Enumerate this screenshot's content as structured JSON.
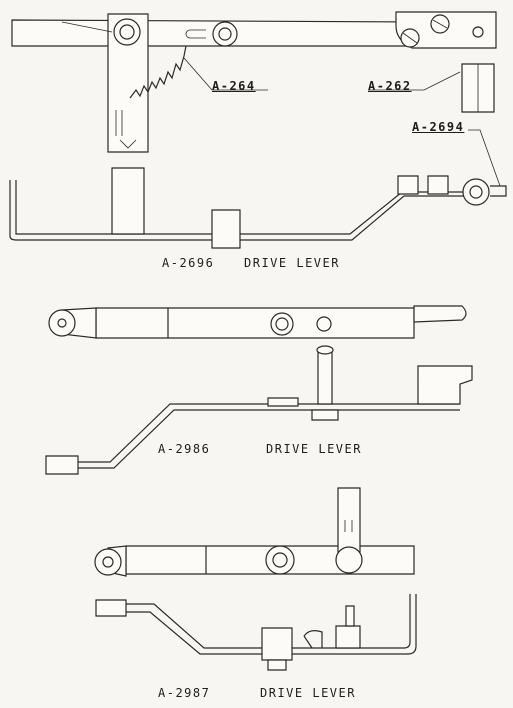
{
  "colors": {
    "paper": "#f7f6f2",
    "ink": "#2a2a2a",
    "part_fill": "#fcfbf7"
  },
  "callouts": [
    "A-264",
    "A-262",
    "A-2694"
  ],
  "figures": [
    {
      "part_no": "A-2696",
      "name": "DRIVE LEVER"
    },
    {
      "part_no": "A-2986",
      "name": "DRIVE LEVER"
    },
    {
      "part_no": "A-2987",
      "name": "DRIVE LEVER"
    }
  ]
}
